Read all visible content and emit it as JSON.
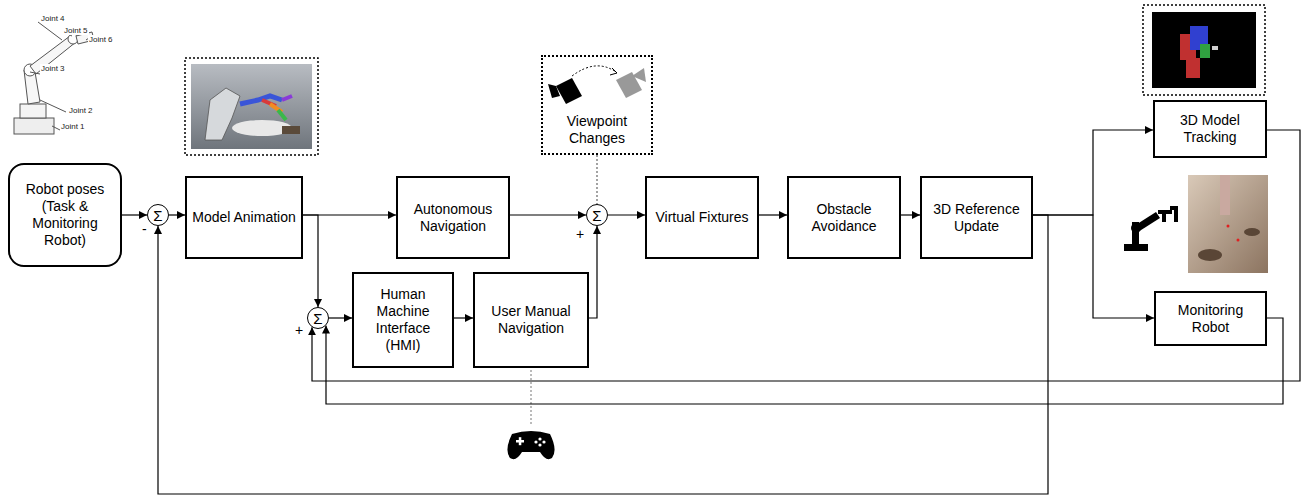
{
  "diagram": {
    "nodes": [
      {
        "text": [
          "Robot poses (Task & Monitoring Robot)"
        ]
      },
      {
        "text": [
          "Σ"
        ]
      },
      {
        "text": [
          "Model Animation"
        ]
      },
      {
        "text": [
          "Autonomous Navigation"
        ]
      },
      {
        "text": [
          "Viewpoint Changes"
        ]
      },
      {
        "text": [
          "Σ"
        ]
      },
      {
        "text": [
          "Virtual Fixtures"
        ]
      },
      {
        "text": [
          "Obstacle Avoidance"
        ]
      },
      {
        "text": [
          "3D Reference Update"
        ]
      },
      {
        "text": [
          "3D Model Tracking"
        ]
      },
      {
        "text": [
          "Σ"
        ]
      },
      {
        "text": [
          "Human Machine Interface (HMI)"
        ]
      },
      {
        "text": [
          "User Manual Navigation"
        ]
      },
      {
        "text": [
          "Monitoring Robot"
        ]
      }
    ],
    "edges": [
      {
        "from": 0,
        "to": 1,
        "arrow": "to"
      },
      {
        "from": 1,
        "to": 2,
        "arrow": "to"
      },
      {
        "from": 2,
        "to": 3,
        "arrow": "to"
      },
      {
        "from": 3,
        "to": 5,
        "arrow": "to"
      },
      {
        "from": 4,
        "to": 5,
        "arrow": "none"
      },
      {
        "from": 12,
        "to": 5,
        "arrow": "to"
      },
      {
        "from": 5,
        "to": 6,
        "arrow": "to"
      },
      {
        "from": 6,
        "to": 7,
        "arrow": "to"
      },
      {
        "from": 7,
        "to": 8,
        "arrow": "to"
      },
      {
        "from": 8,
        "to": 9,
        "arrow": "to"
      },
      {
        "from": 8,
        "to": 13,
        "arrow": "to"
      },
      {
        "from": 8,
        "to": 1,
        "arrow": "to"
      },
      {
        "from": 2,
        "to": 10,
        "arrow": "to"
      },
      {
        "from": 10,
        "to": 11,
        "arrow": "to"
      },
      {
        "from": 11,
        "to": 12,
        "arrow": "to"
      },
      {
        "from": 13,
        "to": 10,
        "arrow": "to"
      },
      {
        "from": 9,
        "to": 10,
        "arrow": "to"
      }
    ],
    "labels": [
      "Joint 4",
      "Joint 5",
      "Joint 6",
      "Joint 3",
      "Joint 2",
      "Joint 1",
      "-",
      "+",
      "+"
    ]
  }
}
